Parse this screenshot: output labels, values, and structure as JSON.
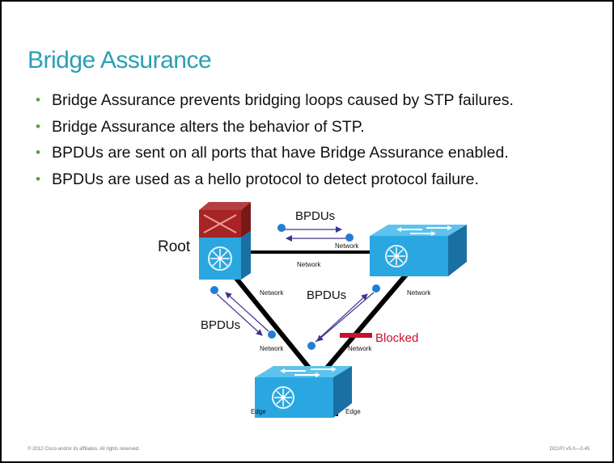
{
  "title": "Bridge Assurance",
  "bullets": [
    "Bridge Assurance prevents bridging loops caused by STP failures.",
    "Bridge Assurance alters the behavior of STP.",
    "BPDUs are sent on all ports that have Bridge Assurance enabled.",
    "BPDUs are used as a hello protocol to detect protocol failure."
  ],
  "diagram": {
    "root_label": "Root",
    "bpdus_top": "BPDUs",
    "bpdus_left": "BPDUs",
    "bpdus_center": "BPDUs",
    "blocked_label": "Blocked",
    "network_right_port": "Network",
    "network_top_link": "Network",
    "network_root_lower": "Network",
    "network_right_lower": "Network",
    "network_bottom_left": "Network",
    "network_bottom_right": "Network",
    "edge_left": "Edge",
    "edge_right": "Edge",
    "colors": {
      "accent": "#2a9fb5",
      "blocked": "#c8102e",
      "arrow": "#3d3590",
      "dot": "#1e7fd6",
      "switch": "#2aa7e0"
    }
  },
  "footer": {
    "copyright": "© 2012 Cisco and/or its affiliates. All rights reserved.",
    "course": "DCUFI v5.0—2-45"
  }
}
